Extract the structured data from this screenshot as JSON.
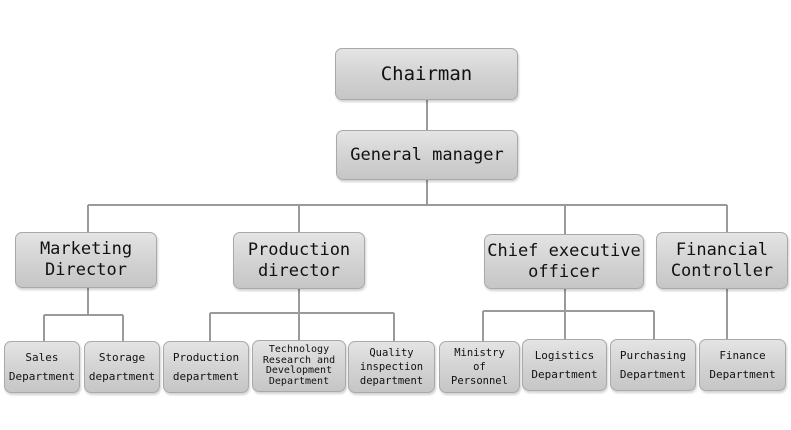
{
  "org_chart": {
    "chairman": "Chairman",
    "general_manager": "General manager",
    "directors": {
      "marketing": "Marketing\nDirector",
      "production": "Production\ndirector",
      "ceo": "Chief executive\nofficer",
      "finance": "Financial\nController"
    },
    "departments": {
      "sales": "Sales\nDepartment",
      "storage": "Storage\ndepartment",
      "production": "Production\ndepartment",
      "rnd": "Technology\nResearch and\nDevelopment\nDepartment",
      "quality": "Quality\ninspection\ndepartment",
      "personnel": "Ministry\nof\nPersonnel",
      "logistics": "Logistics\nDepartment",
      "purchasing": "Purchasing\nDepartment",
      "finance": "Finance\nDepartment"
    }
  }
}
